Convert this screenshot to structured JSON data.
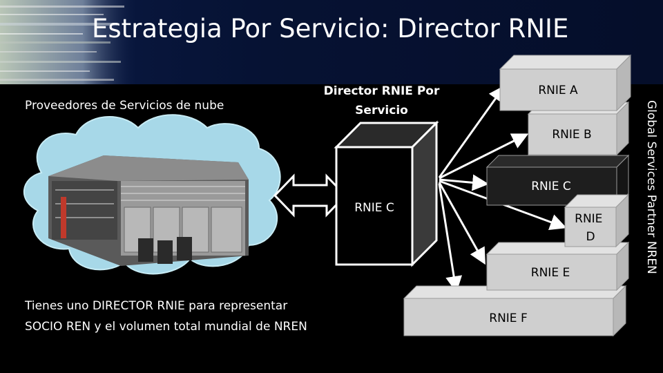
{
  "slide": {
    "title": "Estrategia Por Servicio: Director RNIE",
    "providers_label": "Proveedores de Servicios de nube",
    "director_label": "Director RNIE Por Servicio",
    "director_box_label": "RNIE C",
    "bottom_text": "Tienes uno DIRECTOR RNIE para representar SOCIO REN y el volumen total mundial de NREN",
    "side_label": "Global Services Partner NREN",
    "rnie_boxes": [
      "RNIE A",
      "RNIE B",
      "RNIE C",
      "RNIE D",
      "RNIE E",
      "RNIE F"
    ]
  },
  "colors": {
    "header_bg": "#061233",
    "cloud": "#a7d8e8",
    "box_light": "#c9c9c9",
    "box_dark": "#1e1e1e"
  },
  "icons": [
    "server-rack-image",
    "double-arrow-icon",
    "arrow-icon"
  ]
}
